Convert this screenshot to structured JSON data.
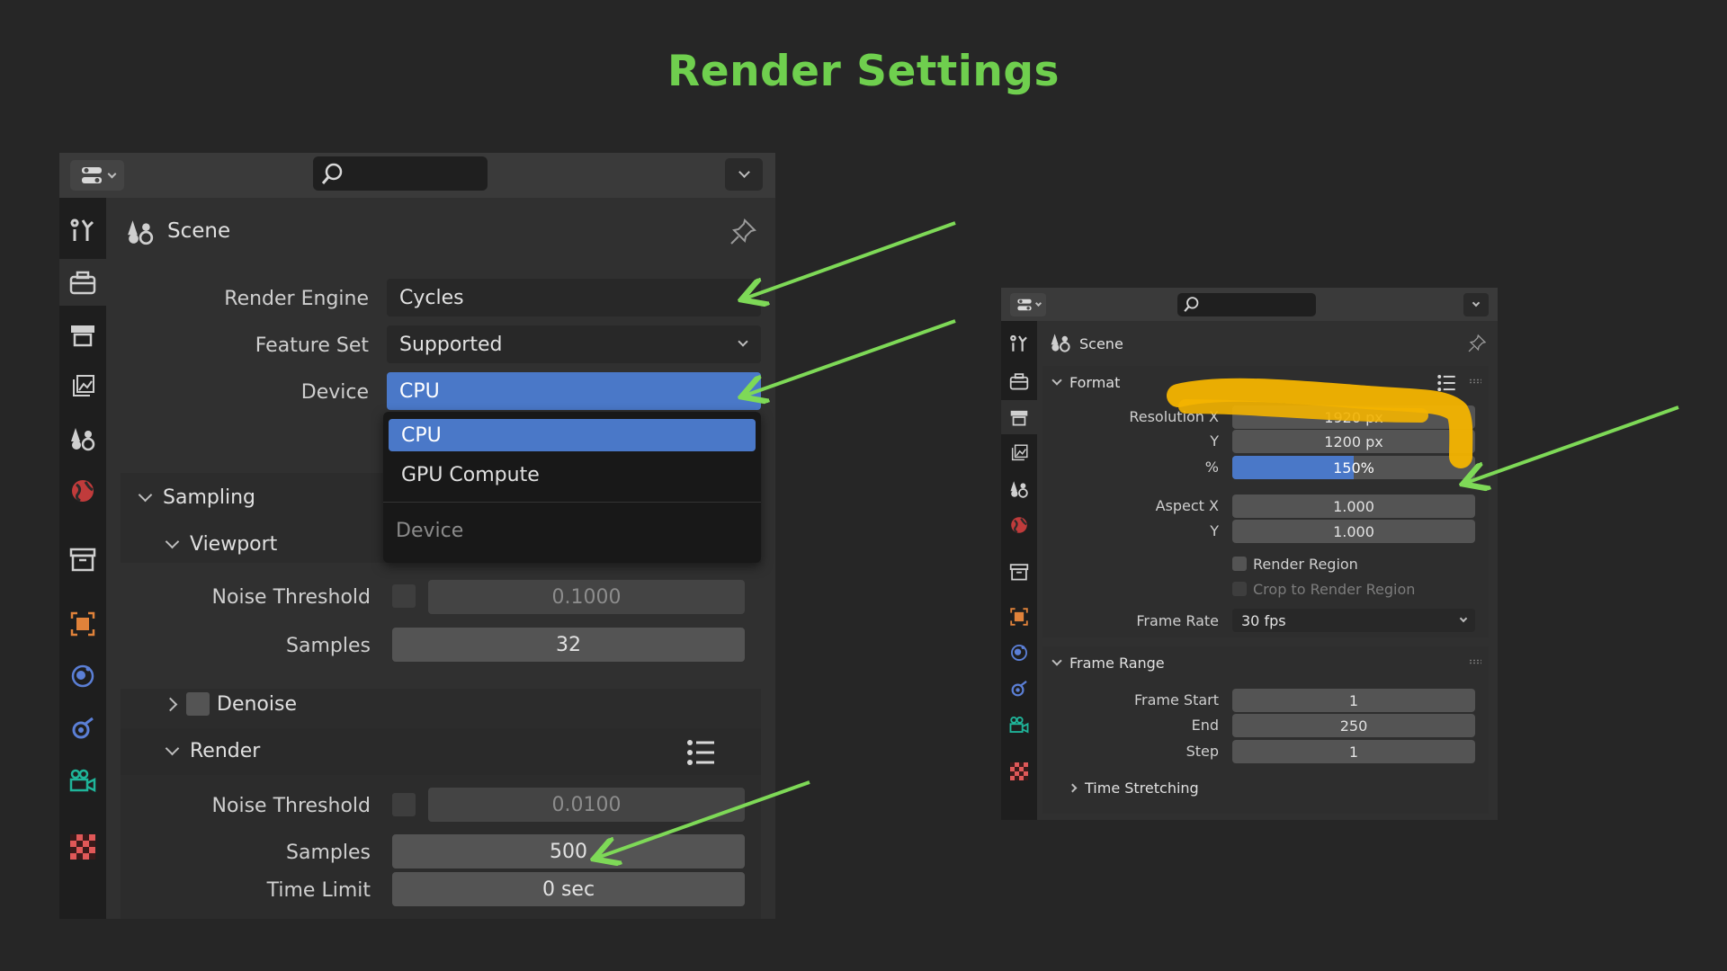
{
  "title": "Render Settings",
  "colors": {
    "accent": "#6fcf4e",
    "selection": "#4a78c8",
    "highlight": "#f4b400"
  },
  "left_panel": {
    "header": "Scene",
    "render_engine": {
      "label": "Render Engine",
      "value": "Cycles"
    },
    "feature_set": {
      "label": "Feature Set",
      "value": "Supported"
    },
    "device": {
      "label": "Device",
      "value": "CPU",
      "options": [
        "CPU",
        "GPU Compute"
      ],
      "menu_title": "Device"
    },
    "sampling": {
      "title": "Sampling",
      "viewport": {
        "title": "Viewport",
        "noise_threshold": {
          "label": "Noise Threshold",
          "value": "0.1000"
        },
        "samples": {
          "label": "Samples",
          "value": "32"
        }
      },
      "denoise": {
        "label": "Denoise"
      },
      "render": {
        "title": "Render",
        "noise_threshold": {
          "label": "Noise Threshold",
          "value": "0.0100"
        },
        "samples": {
          "label": "Samples",
          "value": "500"
        },
        "time_limit": {
          "label": "Time Limit",
          "value": "0 sec"
        }
      }
    }
  },
  "right_panel": {
    "header": "Scene",
    "format": {
      "title": "Format",
      "resolution_x": {
        "label": "Resolution X",
        "value": "1920 px"
      },
      "resolution_y": {
        "label": "Y",
        "value": "1200 px"
      },
      "resolution_pct": {
        "label": "%",
        "value": "150%",
        "fill": 0.5
      },
      "aspect_x": {
        "label": "Aspect X",
        "value": "1.000"
      },
      "aspect_y": {
        "label": "Y",
        "value": "1.000"
      },
      "render_region": {
        "label": "Render Region"
      },
      "crop_region": {
        "label": "Crop to Render Region"
      },
      "frame_rate": {
        "label": "Frame Rate",
        "value": "30 fps"
      }
    },
    "frame_range": {
      "title": "Frame Range",
      "frame_start": {
        "label": "Frame Start",
        "value": "1"
      },
      "end": {
        "label": "End",
        "value": "250"
      },
      "step": {
        "label": "Step",
        "value": "1"
      },
      "time_stretching": {
        "label": "Time Stretching"
      }
    }
  }
}
